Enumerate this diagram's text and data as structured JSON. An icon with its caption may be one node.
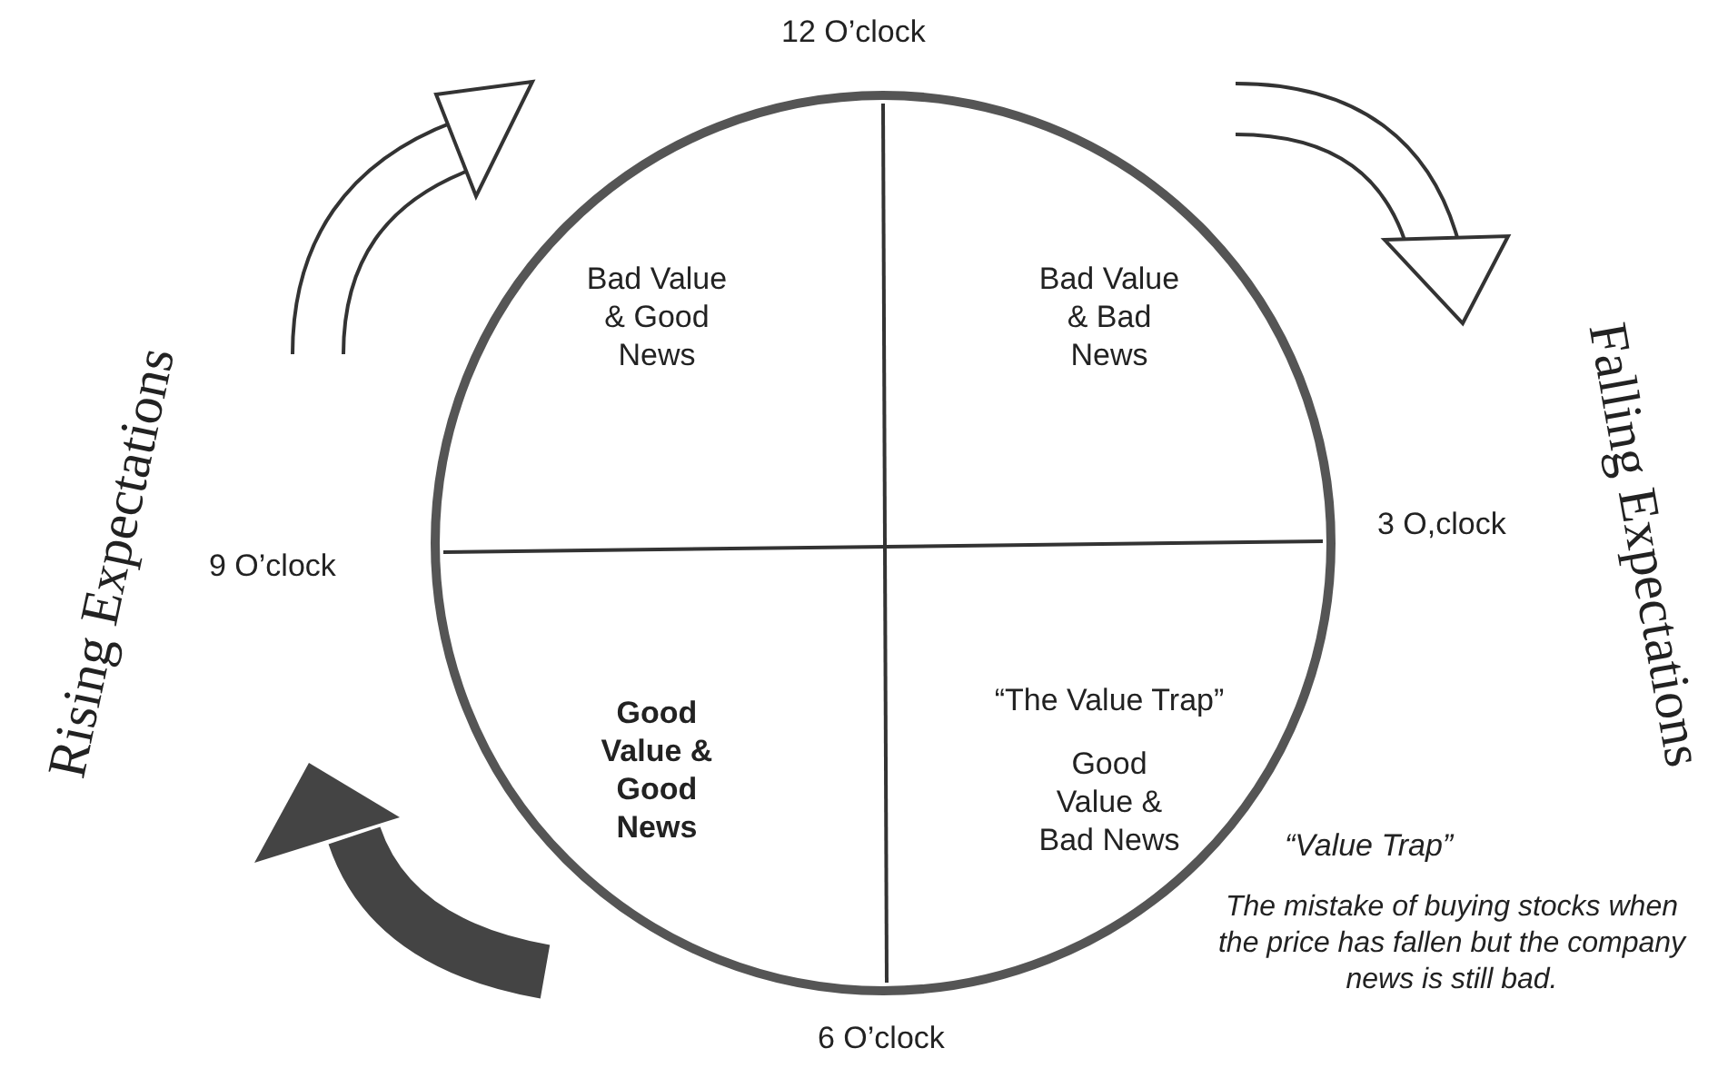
{
  "diagram": {
    "nodes": [
      {
        "text": [],
        "shape": "circle"
      },
      {
        "text": [
          "Bad Value & Good News"
        ],
        "in": 0
      },
      {
        "text": [
          "Bad Value & Bad News"
        ],
        "in": 0
      },
      {
        "text": [
          "Good Value & Good News"
        ],
        "in": 0
      },
      {
        "text": [
          "“The Value Trap”",
          "Good Value & Bad News"
        ],
        "in": 0
      }
    ],
    "edges": [],
    "labels": [
      "12 O’clock",
      "Rising Expectations",
      "Falling Expectations",
      "3 O,clock",
      "9 O’clock",
      "“Value Trap”",
      "The mistake of buying stocks when the price has fallen but the company news is still bad.",
      "6 O’clock"
    ]
  }
}
